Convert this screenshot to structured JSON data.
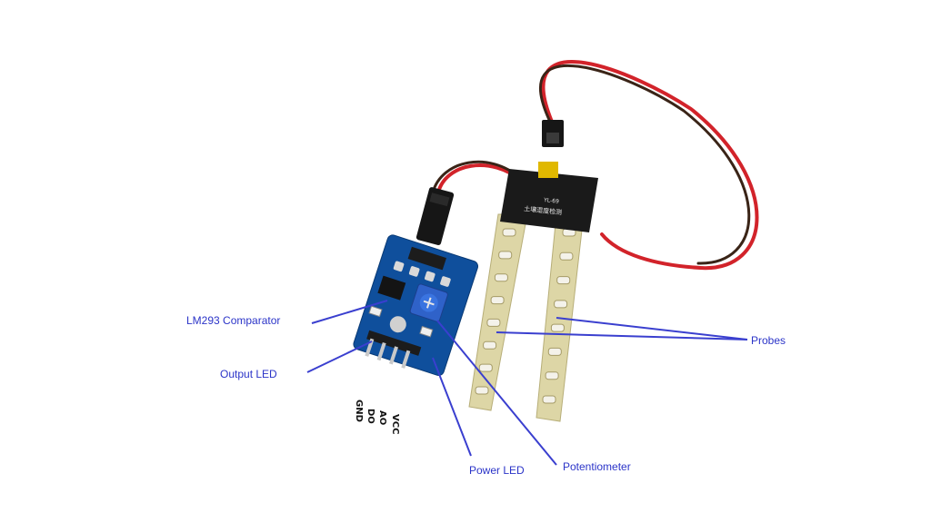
{
  "colors": {
    "callout_text": "#2b34c8",
    "callout_line": "#3a3fcf",
    "board": "#0f4f9c",
    "probe_board": "#1a1a1a",
    "probe_fork": "#ddd6a6",
    "wire_red": "#d2232a",
    "wire_brown": "#3a2417"
  },
  "labels": {
    "comparator": "LM293 Comparator",
    "output_led": "Output LED",
    "power_led": "Power LED",
    "potentiometer": "Potentiometer",
    "probes": "Probes"
  },
  "pins": {
    "gnd": "GND",
    "do": "DO",
    "ao": "AO",
    "vcc": "VCC"
  },
  "probe_board": {
    "model": "YL-69",
    "caption": "土壤湿度检测"
  }
}
